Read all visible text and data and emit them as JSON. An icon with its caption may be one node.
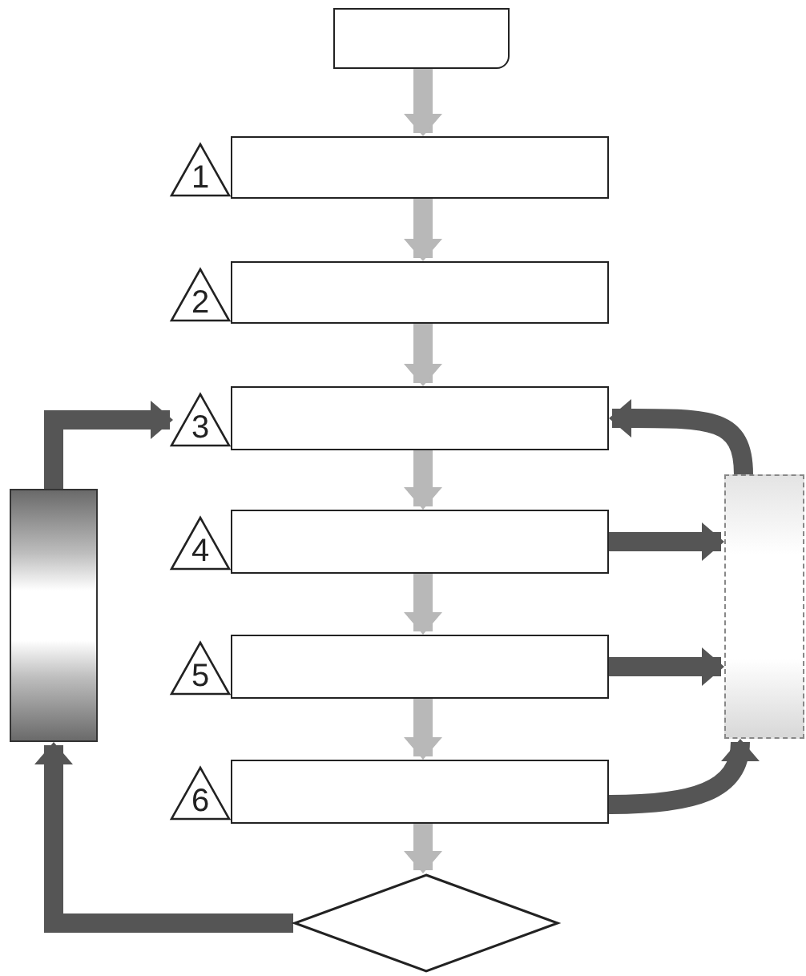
{
  "diagram": {
    "nodes": [
      {
        "text": [],
        "shape": "box"
      },
      {
        "text": [],
        "shape": "box"
      },
      {
        "text": [],
        "shape": "box"
      },
      {
        "text": [],
        "shape": "box"
      },
      {
        "text": [],
        "shape": "box"
      },
      {
        "text": [],
        "shape": "box"
      },
      {
        "text": [],
        "shape": "box"
      },
      {
        "text": [],
        "shape": "diamond"
      },
      {
        "text": [],
        "shape": "box"
      },
      {
        "text": [],
        "shape": "box"
      },
      {
        "text": [
          "1"
        ]
      },
      {
        "text": [
          "2"
        ]
      },
      {
        "text": [
          "3"
        ]
      },
      {
        "text": [
          "4"
        ]
      },
      {
        "text": [
          "5"
        ]
      },
      {
        "text": [
          "6"
        ]
      }
    ],
    "edges": [
      {
        "from": 0,
        "to": 1,
        "arrow": "to"
      },
      {
        "from": 1,
        "to": 2,
        "arrow": "to"
      },
      {
        "from": 2,
        "to": 3,
        "arrow": "to"
      },
      {
        "from": 3,
        "to": 4,
        "arrow": "to"
      },
      {
        "from": 4,
        "to": 5,
        "arrow": "to"
      },
      {
        "from": 5,
        "to": 6,
        "arrow": "to"
      },
      {
        "from": 6,
        "to": 7,
        "arrow": "to"
      },
      {
        "from": 7,
        "to": 8,
        "arrow": "to",
        "color": "#555555"
      },
      {
        "from": 8,
        "to": 12,
        "arrow": "to",
        "color": "#555555"
      },
      {
        "from": 4,
        "to": 9,
        "arrow": "to",
        "color": "#555555"
      },
      {
        "from": 5,
        "to": 9,
        "arrow": "to",
        "color": "#555555"
      },
      {
        "from": 9,
        "to": 3,
        "arrow": "to",
        "color": "#555555"
      },
      {
        "from": 6,
        "to": 9,
        "arrow": "to",
        "color": "#555555"
      }
    ]
  }
}
